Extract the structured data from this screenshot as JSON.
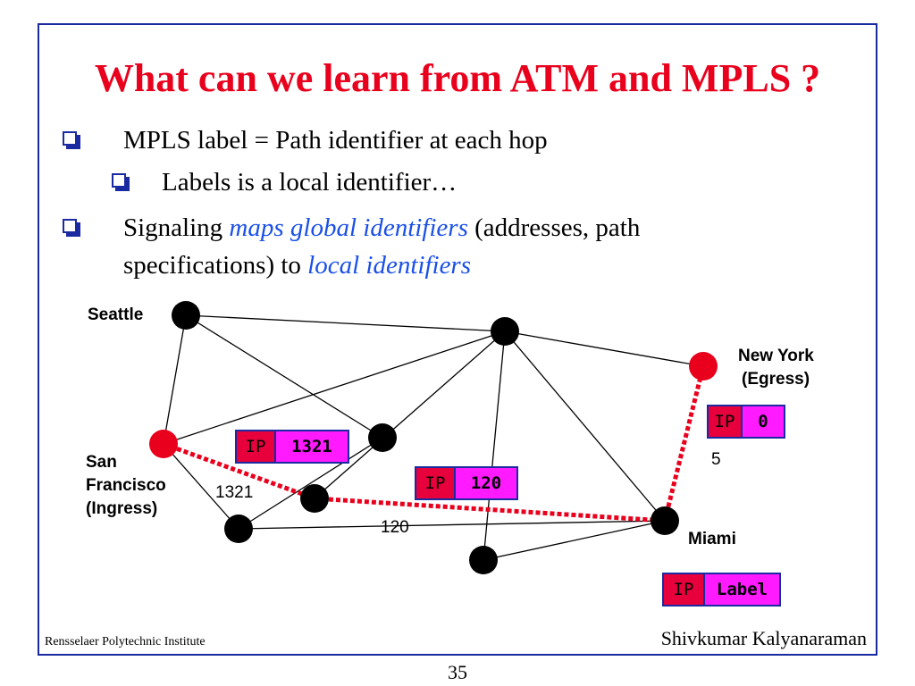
{
  "slide": {
    "title": "What can we learn from ATM and MPLS ?",
    "bullets": {
      "b1": "MPLS label = Path identifier at each hop",
      "b1_sub": "Labels is a local identifier…",
      "b2_pre": "Signaling ",
      "b2_em1": "maps global identifiers",
      "b2_mid": " (addresses, path",
      "b2_line2_pre": "specifications) to ",
      "b2_em2": "local identifiers"
    },
    "footer_left": "Rensselaer Polytechnic Institute",
    "footer_right": "Shivkumar Kalyanaraman",
    "page_number": "35"
  },
  "diagram": {
    "cities": {
      "seattle": "Seattle",
      "newyork_1": "New York",
      "newyork_2": "(Egress)",
      "sf_1": "San",
      "sf_2": "Francisco",
      "sf_3": "(Ingress)",
      "miami": "Miami"
    },
    "link_labels": {
      "sf_link": "1321",
      "mid_link": "120",
      "ny_link": "5"
    },
    "packets": {
      "p1": {
        "ip": "IP",
        "label": "1321"
      },
      "p2": {
        "ip": "IP",
        "label": "120"
      },
      "p3": {
        "ip": "IP",
        "label": "0"
      },
      "legend": {
        "ip": "IP",
        "label": "Label"
      }
    },
    "colors": {
      "title": "#e8001c",
      "node_core": "#000000",
      "node_edge": "#e8001c",
      "path": "#e8001c",
      "ip_field": "#e8003c",
      "label_field": "#ff1aff",
      "emphasis": "#1a4fe8",
      "border": "#1a2aa0"
    }
  }
}
